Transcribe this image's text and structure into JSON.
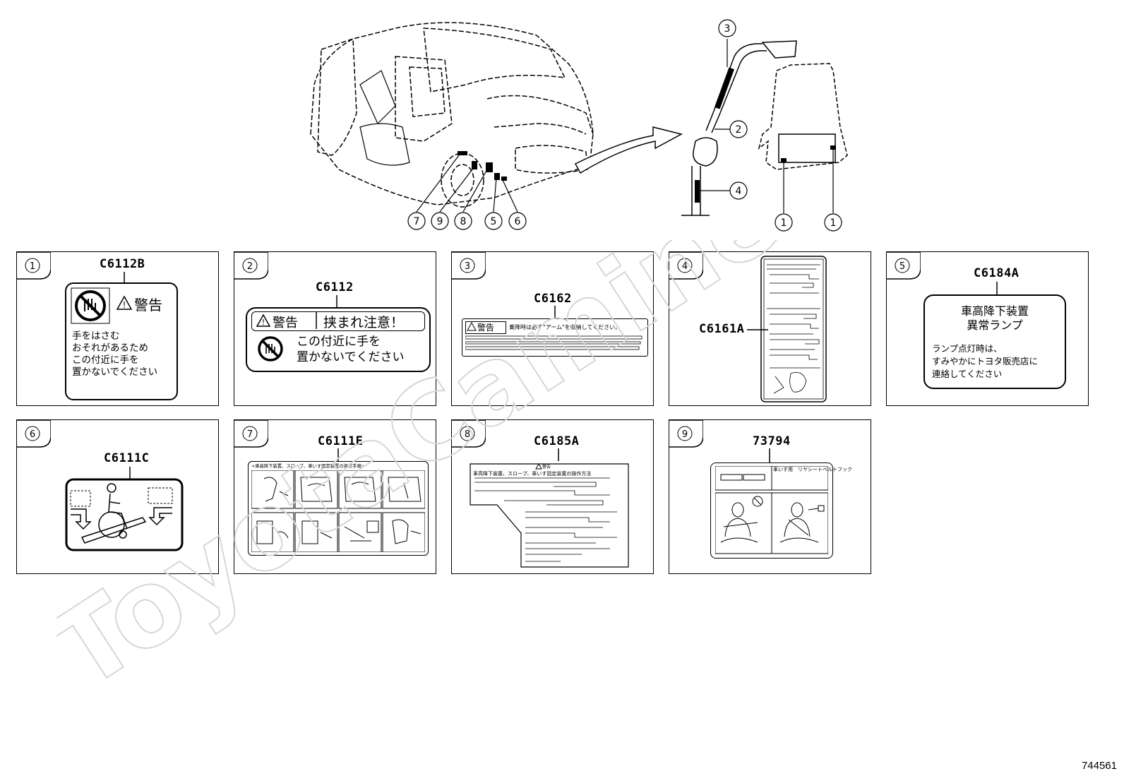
{
  "overview": {
    "callouts_left": [
      "7",
      "9",
      "8",
      "5",
      "6"
    ],
    "callouts_right": [
      "3",
      "2",
      "4",
      "1",
      "1"
    ]
  },
  "labels": [
    {
      "num": "1",
      "code": "C6112B",
      "warn_word": "警告",
      "lines": [
        "手をはさむ",
        "おそれがあるため",
        "この付近に手を",
        "置かないでください"
      ]
    },
    {
      "num": "2",
      "code": "C6112",
      "warn_word": "警告",
      "headline": "挟まれ注意！",
      "lines": [
        "この付近に手を",
        "置かないでください"
      ]
    },
    {
      "num": "3",
      "code": "C6162",
      "warn_word": "警告",
      "text": "乗降時は必ず\"アーム\"を収納してください。"
    },
    {
      "num": "4",
      "code": "C6161A"
    },
    {
      "num": "5",
      "code": "C6184A",
      "title_lines": [
        "車高降下装置",
        "異常ランプ"
      ],
      "lines": [
        "ランプ点灯時は、",
        "すみやかにトヨタ販売店に",
        "連絡してください"
      ]
    },
    {
      "num": "6",
      "code": "C6111C"
    },
    {
      "num": "7",
      "code": "C6111E",
      "caption": "<車高降下装置、スロープ、車いす固定装置の操作手順>"
    },
    {
      "num": "8",
      "code": "C6185A",
      "warn_word": "警告",
      "text": "車高降下装置、スロープ、車いす固定装置の操作方法"
    },
    {
      "num": "9",
      "code": "73794",
      "headline": "車いす用　リヤシートベルトフック"
    }
  ],
  "watermark": "ToyotaCamine.ru",
  "diagram_number": "744561"
}
